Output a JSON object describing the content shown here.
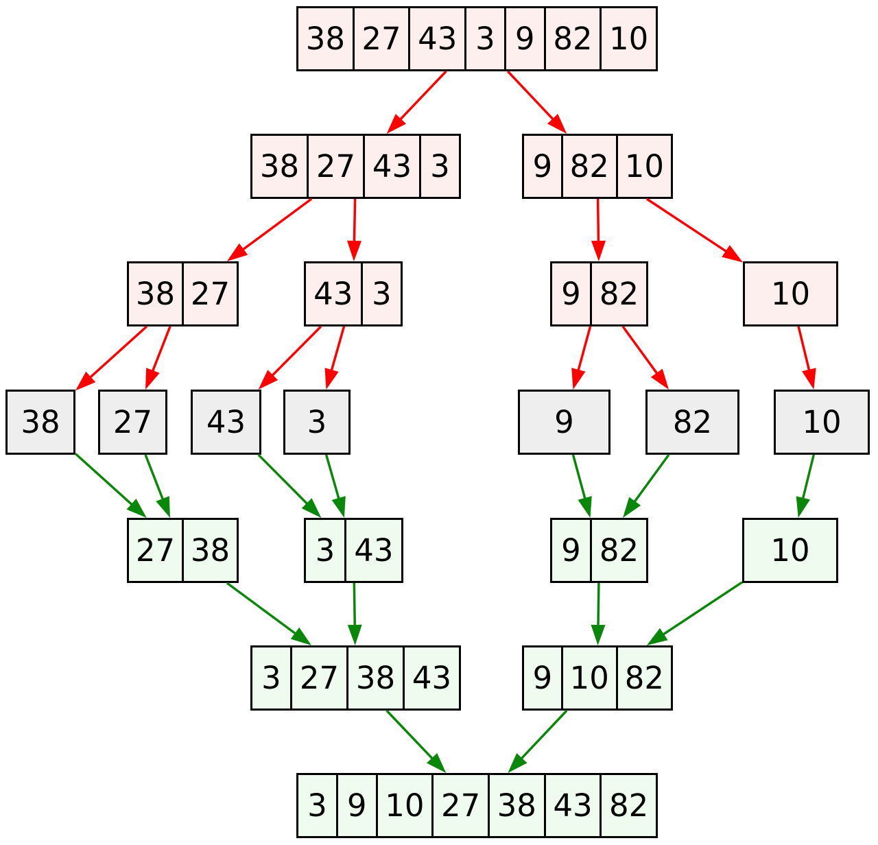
{
  "diagram": {
    "name": "merge-sort-diagram",
    "colors": {
      "background": "#ffffff",
      "border": "#000000",
      "text": "#000000",
      "split_fill": "#fdefed",
      "leaf_fill": "#eeeeee",
      "merge_fill": "#eefbee",
      "split_arrow": "#ff0000",
      "merge_arrow": "#0a870a"
    },
    "levels": [
      {
        "phase": "split",
        "nodes": [
          {
            "values": [
              "38",
              "27",
              "43",
              "3",
              "9",
              "82",
              "10"
            ]
          }
        ]
      },
      {
        "phase": "split",
        "nodes": [
          {
            "values": [
              "38",
              "27",
              "43",
              "3"
            ]
          },
          {
            "values": [
              "9",
              "82",
              "10"
            ]
          }
        ]
      },
      {
        "phase": "split",
        "nodes": [
          {
            "values": [
              "38",
              "27"
            ]
          },
          {
            "values": [
              "43",
              "3"
            ]
          },
          {
            "values": [
              "9",
              "82"
            ]
          },
          {
            "values": [
              "10"
            ]
          }
        ]
      },
      {
        "phase": "leaf",
        "nodes": [
          {
            "values": [
              "38"
            ]
          },
          {
            "values": [
              "27"
            ]
          },
          {
            "values": [
              "43"
            ]
          },
          {
            "values": [
              "3"
            ]
          },
          {
            "values": [
              "9"
            ]
          },
          {
            "values": [
              "82"
            ]
          },
          {
            "values": [
              "10"
            ]
          }
        ]
      },
      {
        "phase": "merge",
        "nodes": [
          {
            "values": [
              "27",
              "38"
            ]
          },
          {
            "values": [
              "3",
              "43"
            ]
          },
          {
            "values": [
              "9",
              "82"
            ]
          },
          {
            "values": [
              "10"
            ]
          }
        ]
      },
      {
        "phase": "merge",
        "nodes": [
          {
            "values": [
              "3",
              "27",
              "38",
              "43"
            ]
          },
          {
            "values": [
              "9",
              "10",
              "82"
            ]
          }
        ]
      },
      {
        "phase": "merge",
        "nodes": [
          {
            "values": [
              "3",
              "9",
              "10",
              "27",
              "38",
              "43",
              "82"
            ]
          }
        ]
      }
    ],
    "edges": [
      {
        "from": "n0",
        "to": "n1a",
        "phase": "split"
      },
      {
        "from": "n0",
        "to": "n1b",
        "phase": "split"
      },
      {
        "from": "n1a",
        "to": "n2a",
        "phase": "split"
      },
      {
        "from": "n1a",
        "to": "n2b",
        "phase": "split"
      },
      {
        "from": "n1b",
        "to": "n2c",
        "phase": "split"
      },
      {
        "from": "n1b",
        "to": "n2d",
        "phase": "split"
      },
      {
        "from": "n2a",
        "to": "n3a",
        "phase": "split"
      },
      {
        "from": "n2a",
        "to": "n3b",
        "phase": "split"
      },
      {
        "from": "n2b",
        "to": "n3c",
        "phase": "split"
      },
      {
        "from": "n2b",
        "to": "n3d",
        "phase": "split"
      },
      {
        "from": "n2c",
        "to": "n3e",
        "phase": "split"
      },
      {
        "from": "n2c",
        "to": "n3f",
        "phase": "split"
      },
      {
        "from": "n2d",
        "to": "n3g",
        "phase": "split"
      },
      {
        "from": "n3a",
        "to": "n4a",
        "phase": "merge"
      },
      {
        "from": "n3b",
        "to": "n4a",
        "phase": "merge"
      },
      {
        "from": "n3c",
        "to": "n4b",
        "phase": "merge"
      },
      {
        "from": "n3d",
        "to": "n4b",
        "phase": "merge"
      },
      {
        "from": "n3e",
        "to": "n4c",
        "phase": "merge"
      },
      {
        "from": "n3f",
        "to": "n4c",
        "phase": "merge"
      },
      {
        "from": "n3g",
        "to": "n4d",
        "phase": "merge"
      },
      {
        "from": "n4a",
        "to": "n5a",
        "phase": "merge"
      },
      {
        "from": "n4b",
        "to": "n5a",
        "phase": "merge"
      },
      {
        "from": "n4c",
        "to": "n5b",
        "phase": "merge"
      },
      {
        "from": "n4d",
        "to": "n5b",
        "phase": "merge"
      },
      {
        "from": "n5a",
        "to": "n6",
        "phase": "merge"
      },
      {
        "from": "n5b",
        "to": "n6",
        "phase": "merge"
      }
    ]
  }
}
